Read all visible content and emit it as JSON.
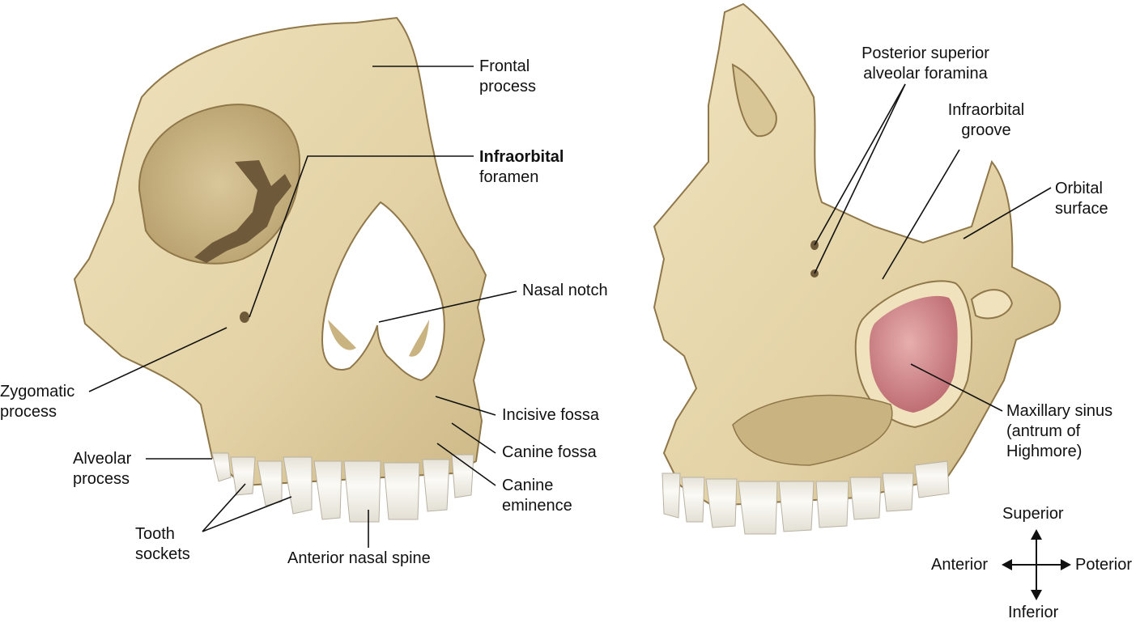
{
  "diagram": {
    "left_view": {
      "labels": {
        "frontal_process": [
          "Frontal",
          "process"
        ],
        "infraorbital_foramen": [
          "Infraorbital",
          "foramen"
        ],
        "nasal_notch": "Nasal notch",
        "zygomatic_process": [
          "Zygomatic",
          "process"
        ],
        "incisive_fossa": "Incisive fossa",
        "canine_fossa": "Canine fossa",
        "canine_eminence": [
          "Canine",
          "eminence"
        ],
        "alveolar_process": [
          "Alveolar",
          "process"
        ],
        "tooth_sockets": [
          "Tooth",
          "sockets"
        ],
        "anterior_nasal_spine": "Anterior nasal spine"
      }
    },
    "right_view": {
      "labels": {
        "posterior_superior_alveolar_foramina": [
          "Posterior superior",
          "alveolar foramina"
        ],
        "infraorbital_groove": [
          "Infraorbital",
          "groove"
        ],
        "orbital_surface": [
          "Orbital",
          "surface"
        ],
        "maxillary_sinus": [
          "Maxillary sinus",
          "(antrum of",
          "Highmore)"
        ]
      }
    },
    "orientation": {
      "superior": "Superior",
      "inferior": "Inferior",
      "anterior": "Anterior",
      "posterior": "Poterior"
    },
    "colors": {
      "bone": "#e6d7ad",
      "bone_shadow": "#c9b380",
      "bone_dark": "#a38a58",
      "bone_outline": "#8f774a",
      "teeth": "#f6f4ee",
      "teeth_shadow": "#d9d5ca",
      "sinus": "#c8787a",
      "sinus_light": "#e3a5a5",
      "cavity": "#6e5a3a",
      "leader": "#111111"
    }
  }
}
